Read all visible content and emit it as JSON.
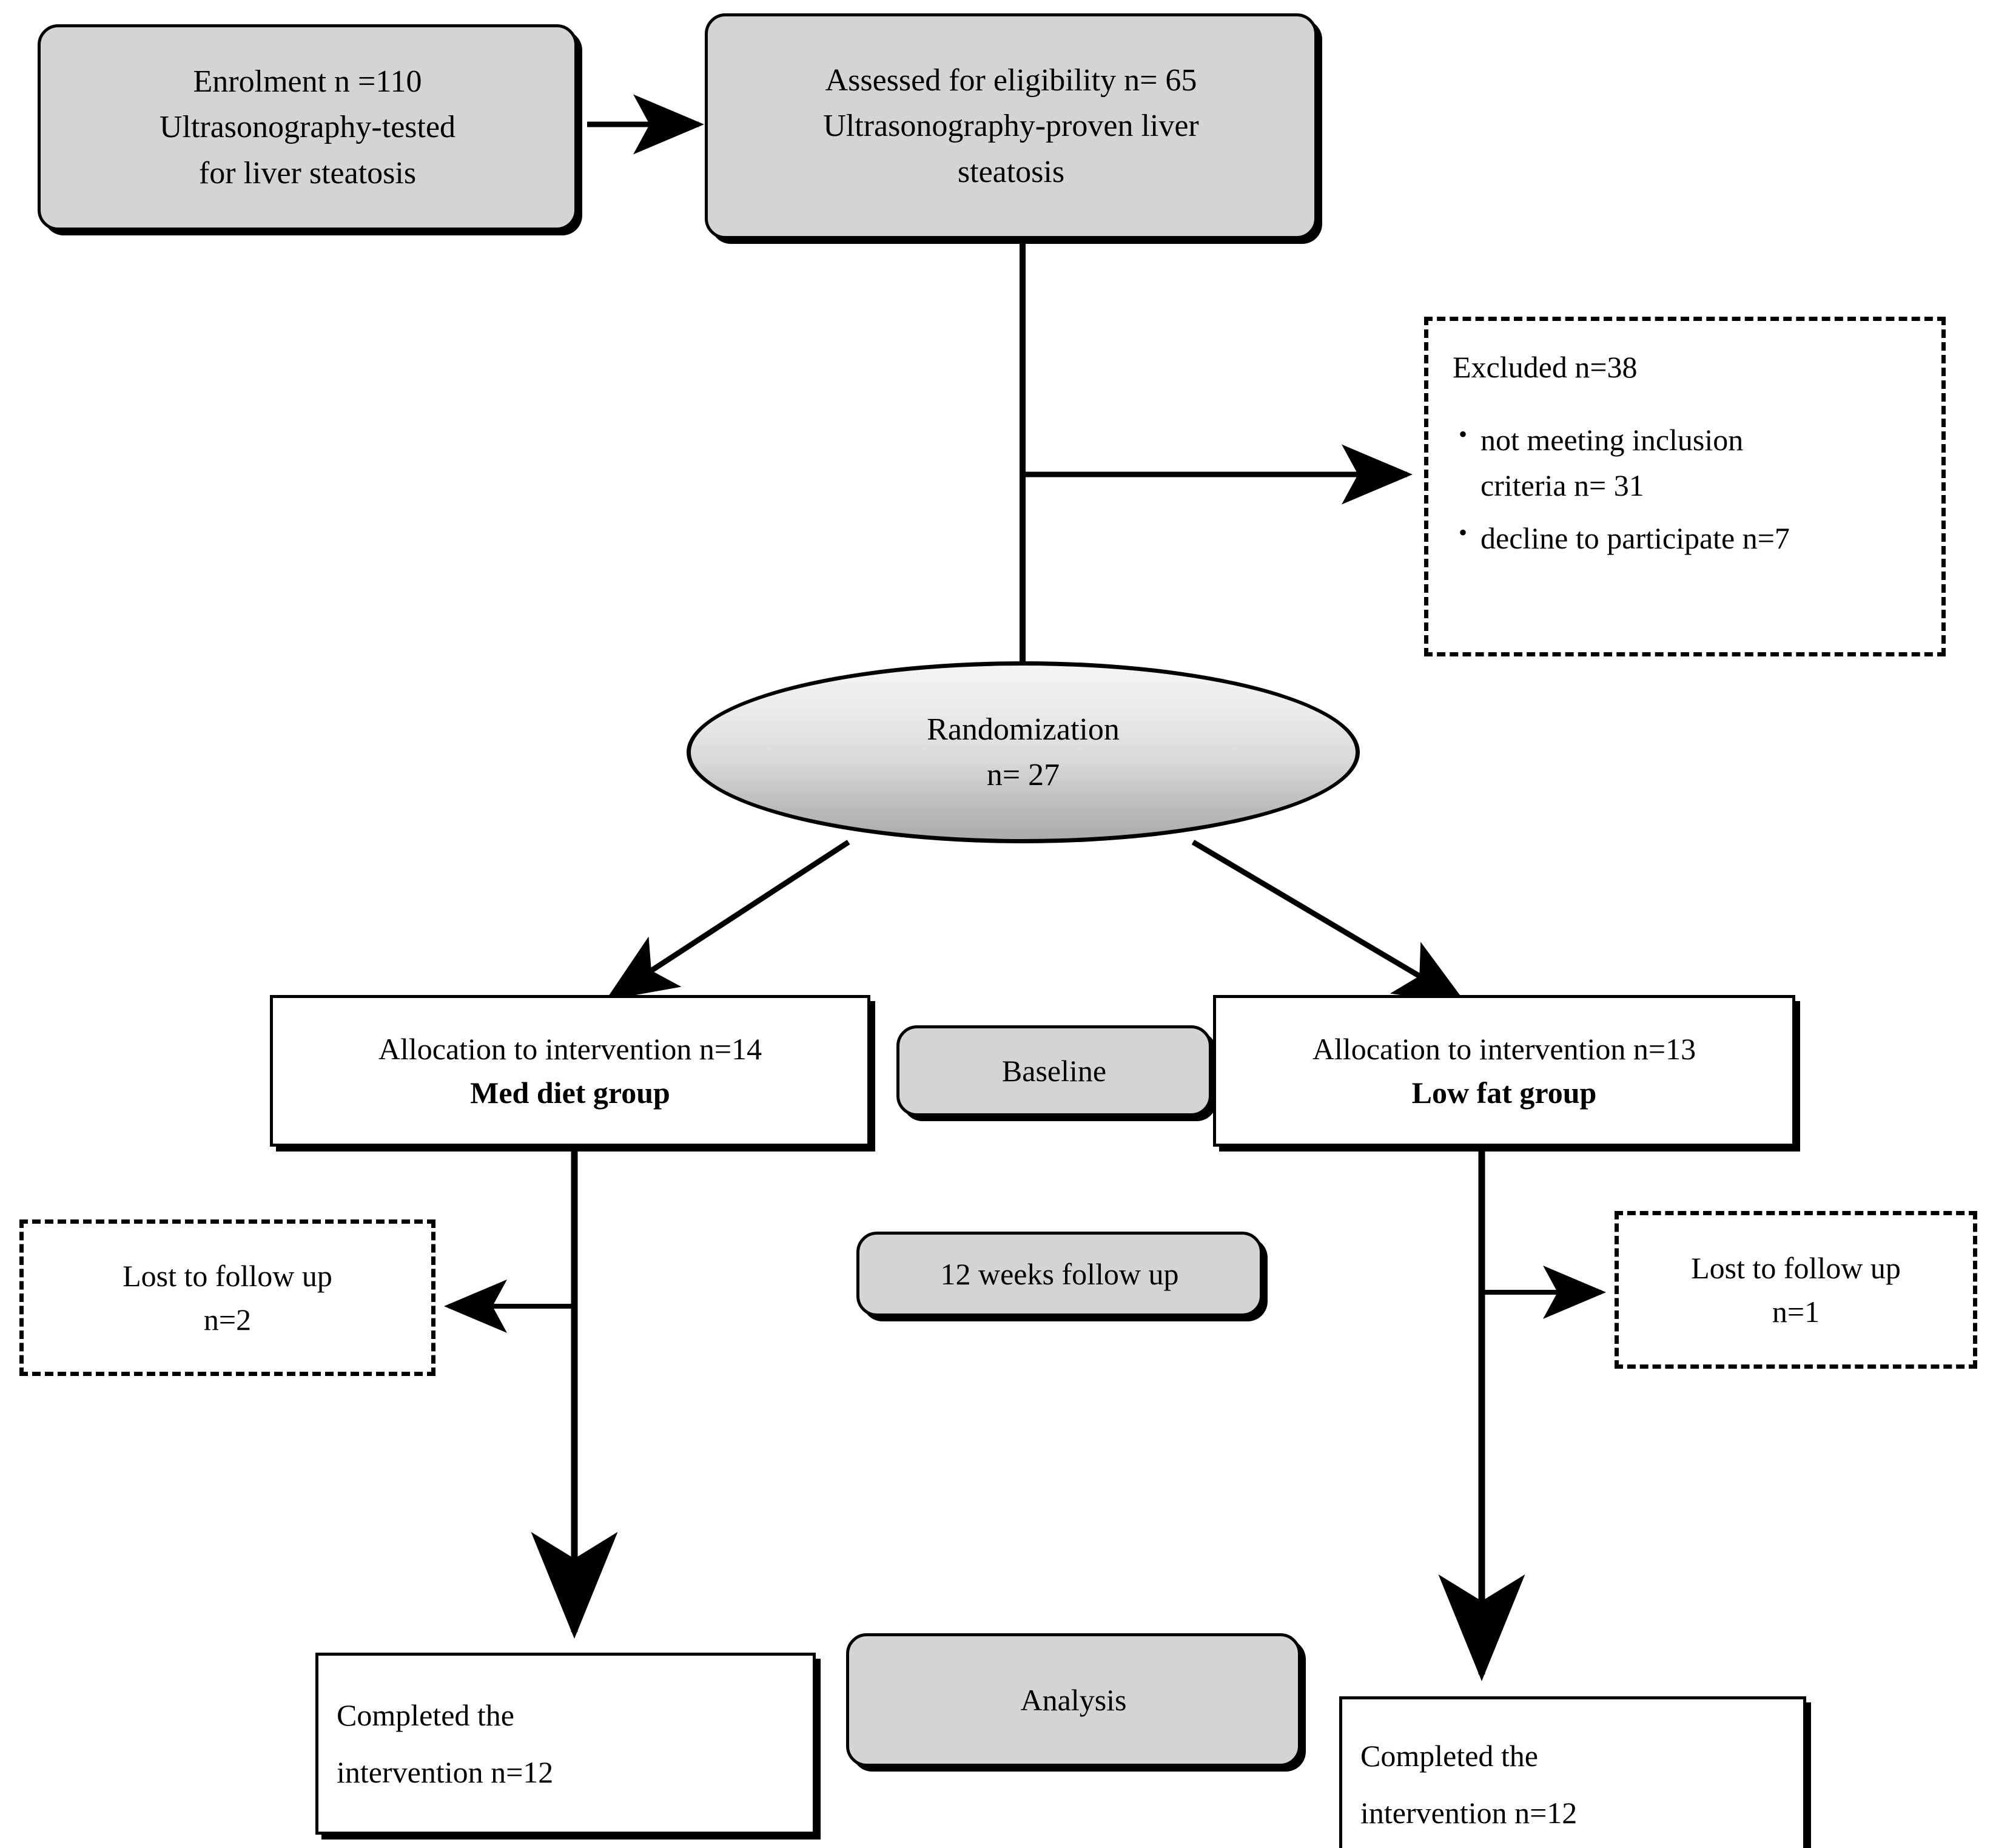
{
  "diagram": {
    "title": "CONSORT participant flow diagram",
    "palette": {
      "stage_fill": "#d4d4d4",
      "node_fill": "#ffffff",
      "stroke": "#000000",
      "ellipse_top": "#f4f4f4",
      "ellipse_bottom": "#ababab"
    }
  },
  "nodes": {
    "enrolment": {
      "line1": "Enrolment n =110",
      "line2": "Ultrasonography-tested",
      "line3": "for liver steatosis"
    },
    "eligibility": {
      "line1": "Assessed for eligibility n= 65",
      "line2": "Ultrasonography-proven liver",
      "line3": "steatosis"
    },
    "excluded": {
      "header": "Excluded n=38",
      "bullet_glyph": "•",
      "items": [
        {
          "line1": "not meeting inclusion",
          "line2": "criteria n= 31"
        },
        {
          "line1": "decline to participate n=7",
          "line2": ""
        }
      ]
    },
    "randomization": {
      "line1": "Randomization",
      "line2": "n= 27"
    },
    "allocation_left": {
      "line1": "Allocation to intervention n=14",
      "line2": "Med diet group"
    },
    "allocation_right": {
      "line1": "Allocation to intervention n=13",
      "line2": "Low fat group"
    },
    "stage_baseline": {
      "label": "Baseline"
    },
    "stage_followup": {
      "label": "12 weeks follow up"
    },
    "stage_analysis": {
      "label": "Analysis"
    },
    "lost_left": {
      "line1": "Lost to follow up",
      "line2": "n=2"
    },
    "lost_right": {
      "line1": "Lost to follow up",
      "line2": "n=1"
    },
    "completed_left": {
      "line1": "Completed the",
      "line2": "intervention n=12"
    },
    "completed_right": {
      "line1": "Completed the",
      "line2": "intervention n=12"
    }
  }
}
